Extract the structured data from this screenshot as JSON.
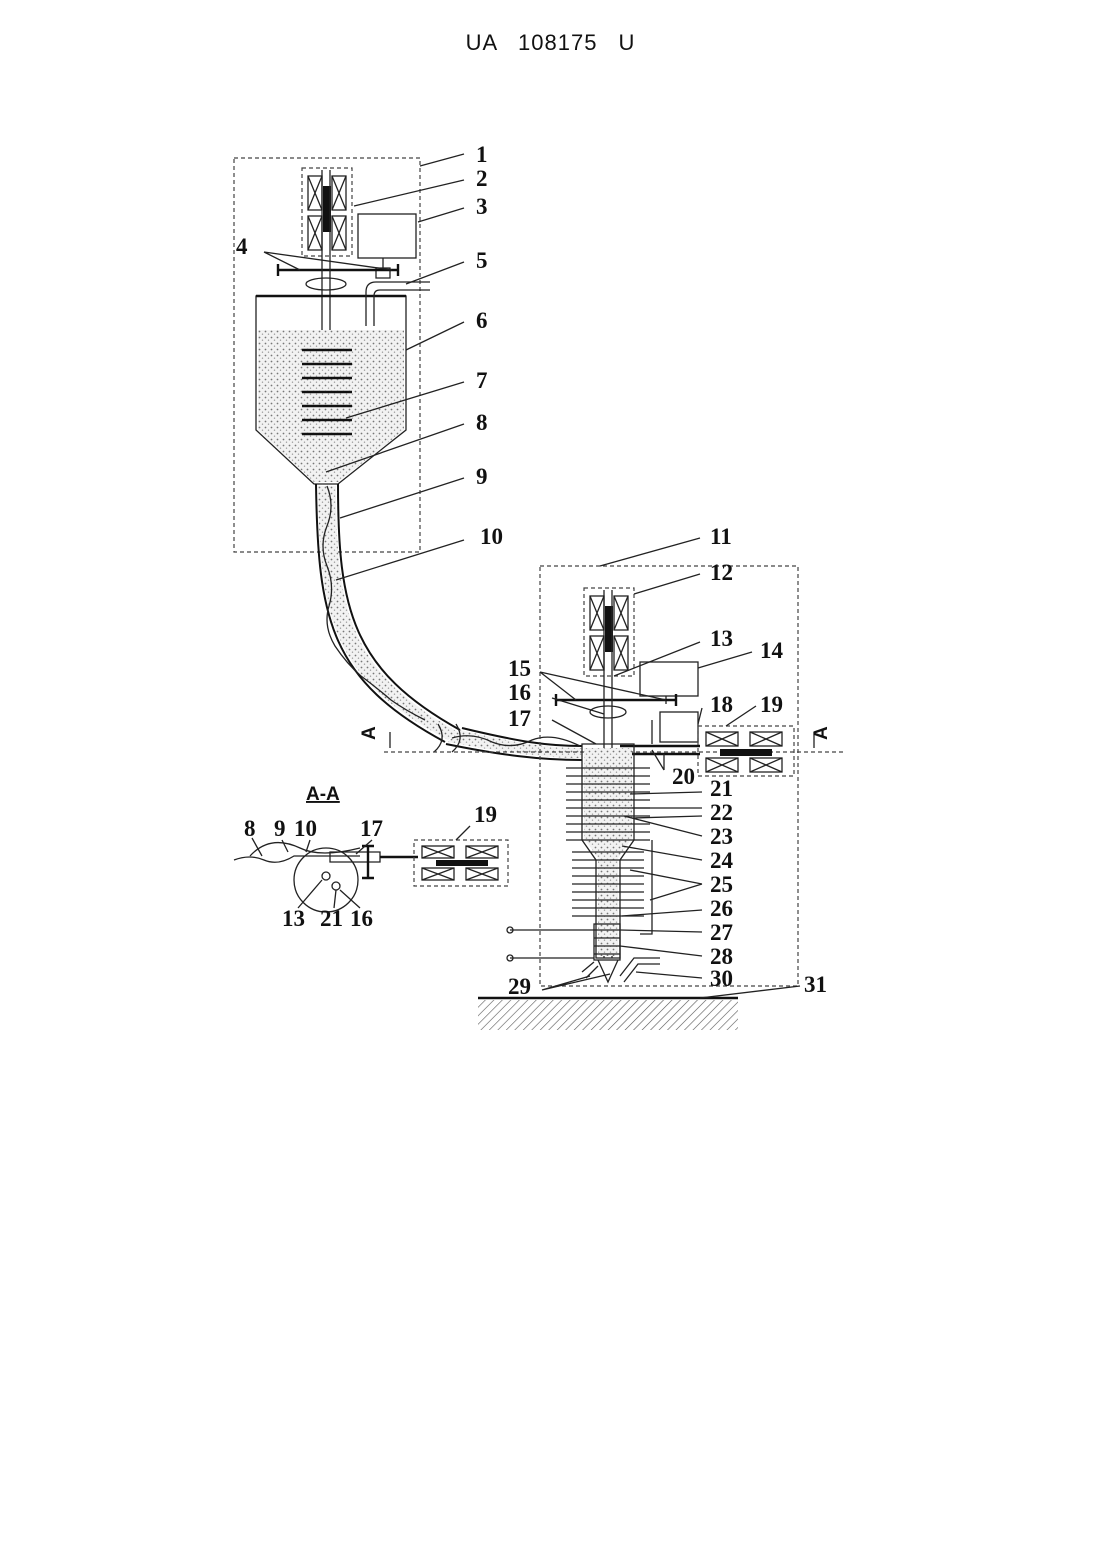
{
  "header": {
    "text": "UA   108175   U"
  },
  "section_label": "A-A",
  "section_marks": [
    "A",
    "A"
  ],
  "callouts_main": [
    "1",
    "2",
    "3",
    "4",
    "5",
    "6",
    "7",
    "8",
    "9",
    "10",
    "11",
    "12",
    "13",
    "14",
    "15",
    "16",
    "17",
    "18",
    "19",
    "20",
    "21",
    "22",
    "23",
    "24",
    "25",
    "26",
    "27",
    "28",
    "29",
    "30",
    "31"
  ],
  "callouts_section": [
    "8",
    "9",
    "10",
    "17",
    "19",
    "13",
    "21",
    "16"
  ],
  "colors": {
    "ink": "#111111",
    "fill_dots": "#dcdcdc",
    "hatch": "#555555"
  }
}
